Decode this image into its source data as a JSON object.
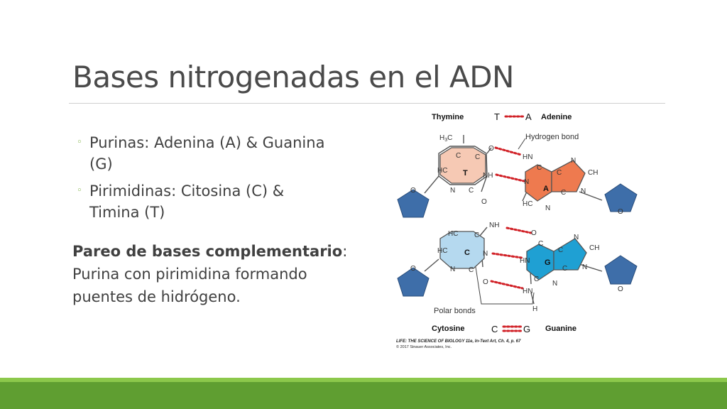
{
  "slide": {
    "title": "Bases nitrogenadas en el ADN",
    "bullets": [
      {
        "text": "Purinas: Adenina (A) & Guanina (G)"
      },
      {
        "text": "Pirimidinas: Citosina (C) & Timina (T)"
      }
    ],
    "bullet_marker": "◦",
    "paragraph_bold": "Pareo de bases complementario",
    "paragraph_sep": ":",
    "paragraph_rest": " Purina con pirimidina formando puentes de hidrógeno."
  },
  "figure": {
    "top_left": "Thymine",
    "top_pair_left": "T",
    "top_pair_right": "A",
    "top_right": "Adenine",
    "hydrogen_bond_label": "Hydrogen bond",
    "polar_bonds_label": "Polar bonds",
    "bottom_left": "Cytosine",
    "bottom_pair_left": "C",
    "bottom_pair_right": "G",
    "bottom_right": "Guanine",
    "credit_line1": "LIFE: THE SCIENCE OF BIOLOGY 11e, In-Text Art, Ch. 4, p. 67",
    "credit_line2": "© 2017 Sinauer Associates, Inc.",
    "ring_labels": {
      "thymine": "T",
      "adenine": "A",
      "cytosine": "C",
      "guanine": "G"
    },
    "atoms": {
      "h3c": "H",
      "sub3": "3",
      "c": "C",
      "o": "O",
      "hc": "HC",
      "nh": "NH",
      "n": "N",
      "hn": "HN",
      "ch": "CH",
      "h": "H"
    },
    "colors": {
      "thymine": "#f6c9b4",
      "adenine": "#ee7a4f",
      "cytosine": "#b5d9ef",
      "guanine": "#1fa0d3",
      "sugar": "#3e6ea9",
      "bond": "#d12127",
      "accent_green": "#70a82f",
      "footer_light": "#8cc84b",
      "footer_dark": "#5f9e31"
    }
  }
}
